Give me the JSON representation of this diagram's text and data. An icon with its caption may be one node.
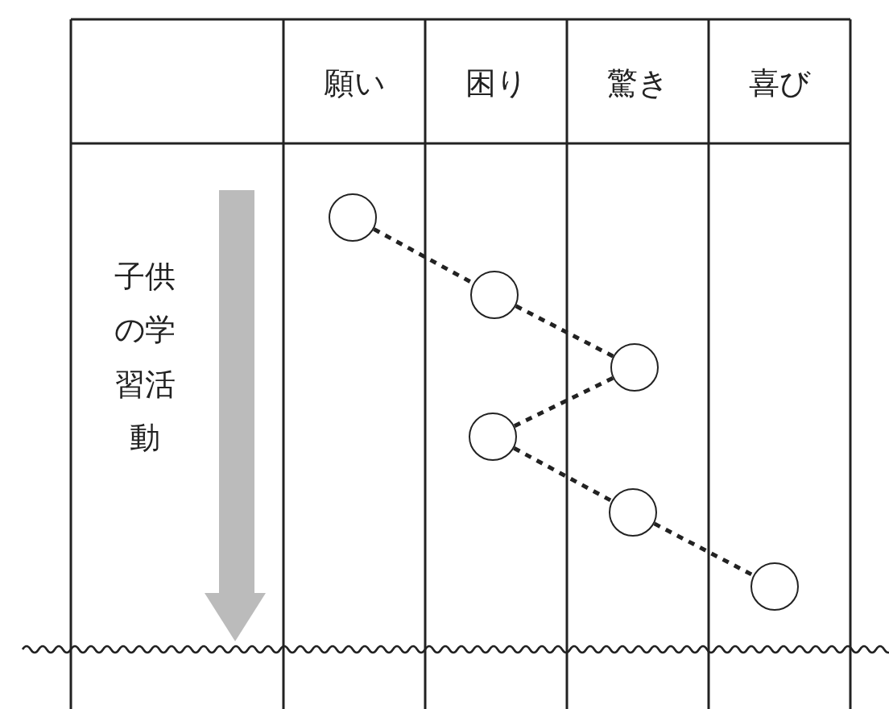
{
  "diagram": {
    "nodes": [
      {
        "text": [],
        "shape": "circle"
      },
      {
        "text": [],
        "shape": "circle"
      },
      {
        "text": [],
        "shape": "circle"
      },
      {
        "text": [],
        "shape": "circle"
      },
      {
        "text": [],
        "shape": "circle"
      },
      {
        "text": [],
        "shape": "circle"
      }
    ],
    "edges": [
      {
        "from": 0,
        "to": 1,
        "arrow": "none",
        "style": "dashed"
      },
      {
        "from": 1,
        "to": 2,
        "arrow": "none",
        "style": "dashed"
      },
      {
        "from": 2,
        "to": 3,
        "arrow": "none",
        "style": "dashed"
      },
      {
        "from": 3,
        "to": 4,
        "arrow": "none",
        "style": "dashed"
      },
      {
        "from": 4,
        "to": 5,
        "arrow": "none",
        "style": "dashed"
      }
    ],
    "labels": [
      "願い",
      "困り",
      "驚き",
      "喜び",
      "子供の学習活動"
    ]
  }
}
